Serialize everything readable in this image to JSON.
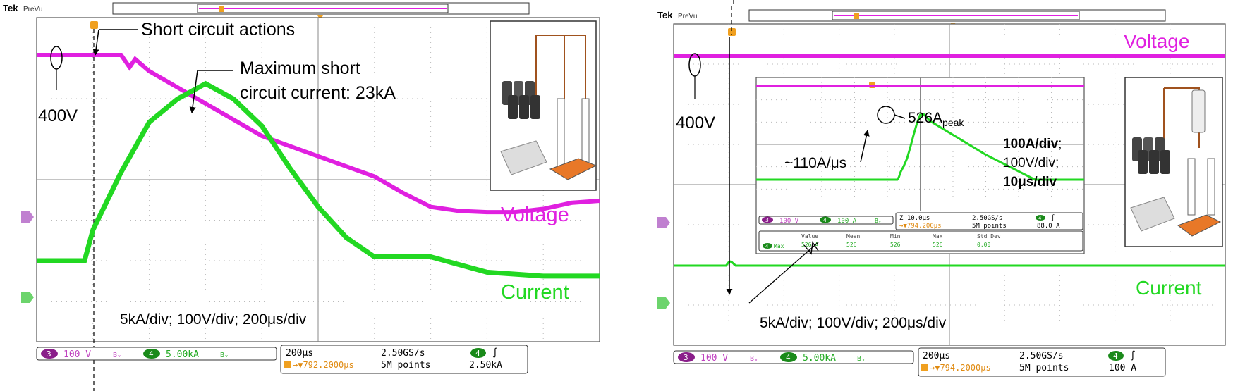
{
  "colors": {
    "voltage": "#e020e0",
    "current": "#22d822",
    "trigger": "#f0a020",
    "frame": "#444444"
  },
  "left": {
    "brand": "Tek",
    "mode": "PreVu",
    "annotations": {
      "short_circuit_actions": "Short circuit actions",
      "max_current_line1": "Maximum short",
      "max_current_line2": "circuit current: 23kA",
      "v400": "400V",
      "voltage_label": "Voltage",
      "current_label": "Current",
      "scale": "5kA/div; 100V/div; 200μs/div"
    },
    "readout": {
      "ch3_num": "3",
      "ch3_scale": "100 V",
      "ch3_bw": "Bᵥ",
      "ch4_num": "4",
      "ch4_scale": "5.00kA",
      "ch4_bw": "Bᵥ",
      "timebase": "200μs",
      "sample_rate": "2.50GS/s",
      "trigger_pos": "→▼792.2000μs",
      "record": "5M points",
      "trig_ch": "4",
      "trig_slope": "∫",
      "trig_level": "2.50kA"
    }
  },
  "right": {
    "brand": "Tek",
    "mode": "PreVu",
    "annotations": {
      "voltage_label": "Voltage",
      "current_label": "Current",
      "v400": "400V",
      "peak_value": "526A",
      "peak_sub": "peak",
      "slope": "~110A/μs",
      "scale_line1": "100A/div",
      "scale_line1_suffix": ";",
      "scale_line2": "100V/div;",
      "scale_line3": "10μs/div",
      "scale": "5kA/div; 100V/div; 200μs/div"
    },
    "inset_readout": {
      "ch3_num": "3",
      "ch3_scale": "100 V",
      "ch4_num": "4",
      "ch4_scale": "100 A",
      "ch4_bw": "Bᵥ",
      "timebase": "Z 10.0μs",
      "sample_rate": "2.50GS/s",
      "trig_ch": "4",
      "trig_slope": "∫",
      "trigger_pos": "→▼794.200μs",
      "record": "5M points",
      "trig_level": "88.0 A",
      "meas_ch": "4",
      "meas_name": "Max",
      "headers": [
        "Value",
        "Mean",
        "Min",
        "Max",
        "Std Dev"
      ],
      "values": [
        "526 A",
        "526",
        "526",
        "526",
        "0.00"
      ]
    },
    "readout": {
      "ch3_num": "3",
      "ch3_scale": "100 V",
      "ch3_bw": "Bᵥ",
      "ch4_num": "4",
      "ch4_scale": "5.00kA",
      "ch4_bw": "Bᵥ",
      "timebase": "200μs",
      "sample_rate": "2.50GS/s",
      "trigger_pos": "→▼794.2000μs",
      "record": "5M points",
      "trig_ch": "4",
      "trig_slope": "∫",
      "trig_level": "100 A"
    }
  },
  "chart_data": [
    {
      "type": "line",
      "x_unit": "μs",
      "xlim": [
        0,
        2000
      ],
      "series": [
        {
          "name": "Voltage",
          "unit": "V",
          "x": [
            0,
            300,
            330,
            350,
            400,
            600,
            800,
            1000,
            1200,
            1300,
            1400,
            1500,
            1600,
            1700,
            1800,
            1900,
            2000
          ],
          "y": [
            400,
            400,
            370,
            390,
            360,
            280,
            200,
            150,
            100,
            60,
            25,
            15,
            12,
            12,
            20,
            35,
            40
          ]
        },
        {
          "name": "Current",
          "unit": "kA",
          "x": [
            0,
            170,
            200,
            300,
            400,
            500,
            600,
            700,
            800,
            900,
            1000,
            1100,
            1200,
            1400,
            1500,
            1600,
            1800,
            2000
          ],
          "y": [
            0,
            0,
            4,
            11.5,
            18,
            21,
            23,
            21,
            17.5,
            12,
            7,
            3,
            0.5,
            0.5,
            -0.5,
            -1.5,
            -2,
            -2
          ]
        }
      ]
    },
    {
      "type": "line",
      "x_unit": "μs",
      "xlim": [
        0,
        2000
      ],
      "series": [
        {
          "name": "Voltage",
          "unit": "V",
          "x": [
            0,
            2000
          ],
          "y": [
            400,
            400
          ]
        },
        {
          "name": "Current",
          "unit": "kA",
          "x": [
            0,
            190,
            200,
            208,
            225,
            2000
          ],
          "y": [
            0,
            0,
            0.45,
            0.53,
            0,
            0
          ]
        }
      ]
    },
    {
      "type": "line",
      "x_unit": "μs",
      "xlim": [
        0,
        100
      ],
      "series": [
        {
          "name": "Voltage",
          "unit": "V",
          "x": [
            0,
            100
          ],
          "y": [
            400,
            400
          ]
        },
        {
          "name": "Current",
          "unit": "A",
          "x": [
            0,
            43,
            43.5,
            44,
            45,
            46,
            47,
            48,
            49,
            50,
            51,
            52,
            53,
            70,
            85,
            100
          ],
          "y": [
            0,
            0,
            20,
            60,
            110,
            170,
            260,
            360,
            450,
            520,
            526,
            500,
            470,
            200,
            0,
            0
          ]
        }
      ]
    }
  ]
}
